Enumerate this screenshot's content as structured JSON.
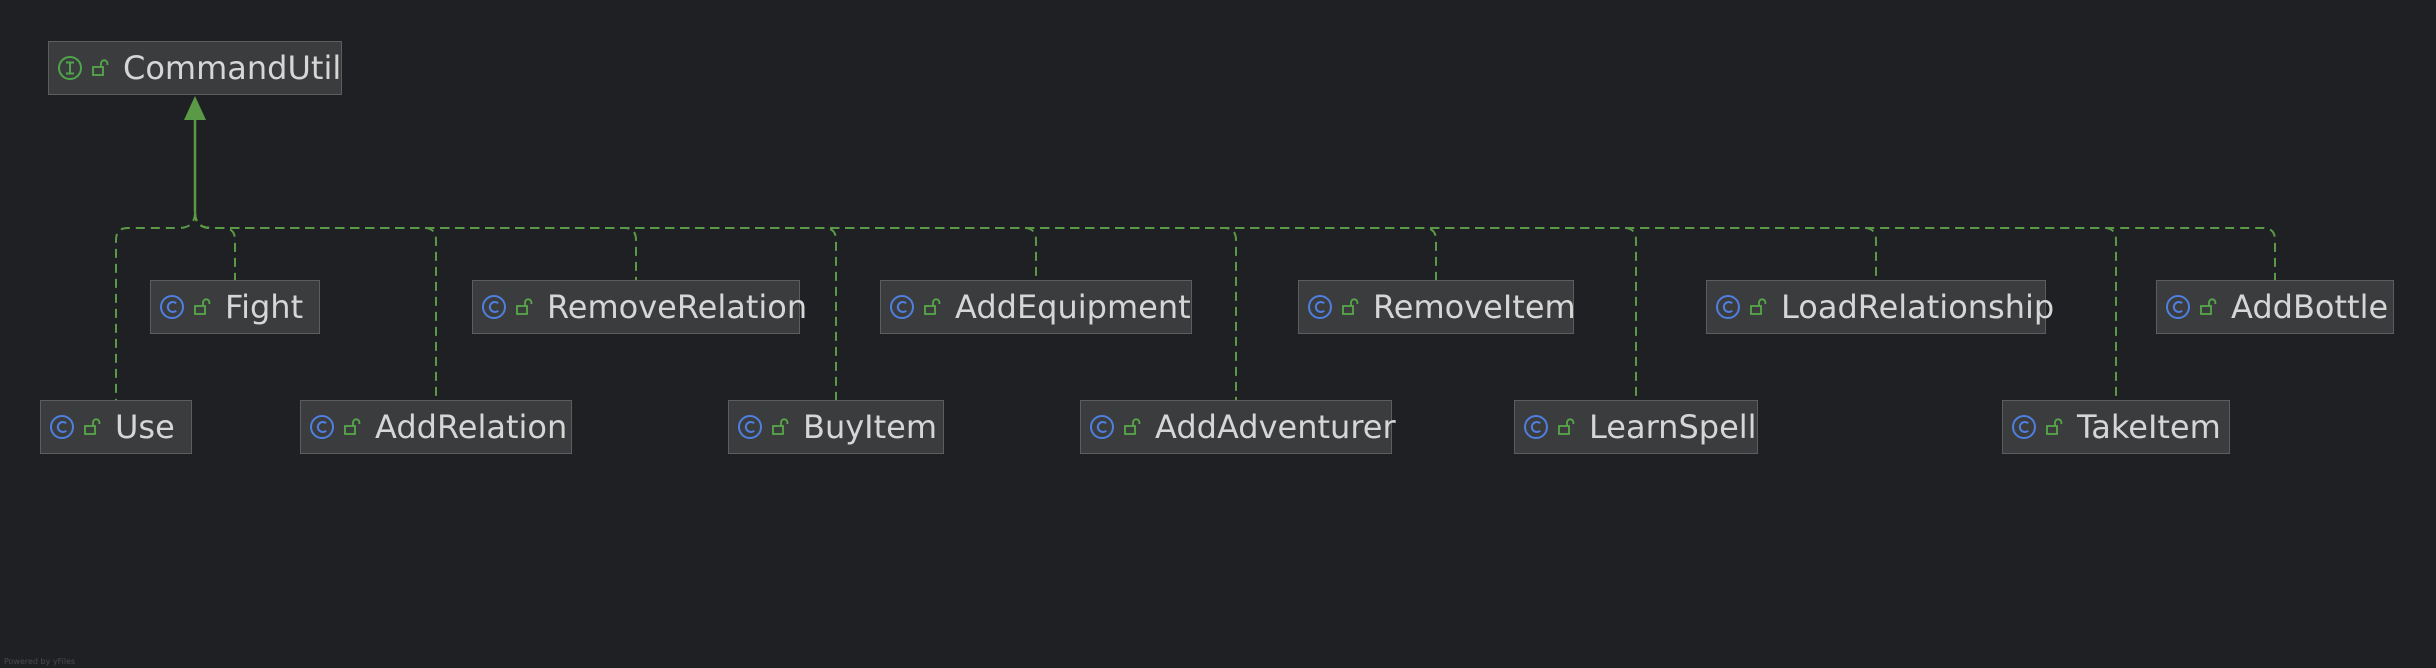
{
  "diagram": {
    "type": "uml-class-hierarchy",
    "relation": "implements",
    "colors": {
      "background": "#1f2023",
      "node_fill": "#3b3c3e",
      "node_border": "#5c5d5f",
      "text": "#d6d6d6",
      "edge": "#5a9a46",
      "class_icon": "#4f7fe0",
      "interface_icon": "#4fa64a",
      "visibility_icon": "#58a84a"
    },
    "interface": {
      "name": "CommandUtil",
      "kind_icon": "interface-icon",
      "visibility_icon": "public-visibility-icon"
    },
    "classes": [
      {
        "name": "Use",
        "kind_icon": "class-icon",
        "visibility_icon": "public-visibility-icon"
      },
      {
        "name": "Fight",
        "kind_icon": "class-icon",
        "visibility_icon": "public-visibility-icon"
      },
      {
        "name": "AddRelation",
        "kind_icon": "class-icon",
        "visibility_icon": "public-visibility-icon"
      },
      {
        "name": "RemoveRelation",
        "kind_icon": "class-icon",
        "visibility_icon": "public-visibility-icon"
      },
      {
        "name": "BuyItem",
        "kind_icon": "class-icon",
        "visibility_icon": "public-visibility-icon"
      },
      {
        "name": "AddEquipment",
        "kind_icon": "class-icon",
        "visibility_icon": "public-visibility-icon"
      },
      {
        "name": "AddAdventurer",
        "kind_icon": "class-icon",
        "visibility_icon": "public-visibility-icon"
      },
      {
        "name": "RemoveItem",
        "kind_icon": "class-icon",
        "visibility_icon": "public-visibility-icon"
      },
      {
        "name": "LearnSpell",
        "kind_icon": "class-icon",
        "visibility_icon": "public-visibility-icon"
      },
      {
        "name": "LoadRelationship",
        "kind_icon": "class-icon",
        "visibility_icon": "public-visibility-icon"
      },
      {
        "name": "TakeItem",
        "kind_icon": "class-icon",
        "visibility_icon": "public-visibility-icon"
      },
      {
        "name": "AddBottle",
        "kind_icon": "class-icon",
        "visibility_icon": "public-visibility-icon"
      }
    ],
    "footer_text": "Powered by yFiles"
  }
}
